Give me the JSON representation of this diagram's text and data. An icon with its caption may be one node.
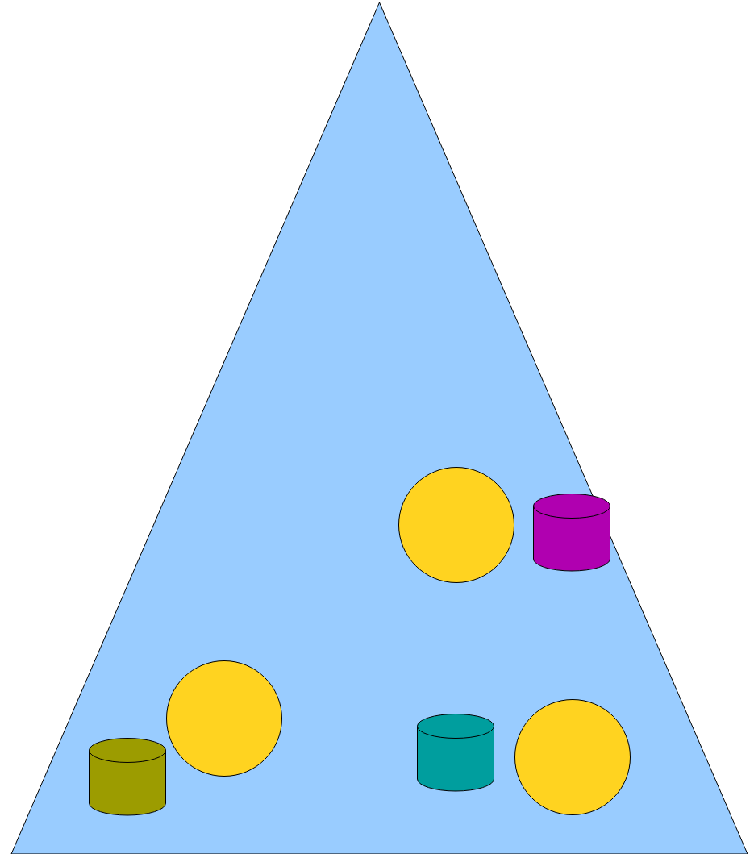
{
  "diagram": {
    "nodes": [
      {
        "text": [],
        "shape": "triangle"
      },
      {
        "text": [],
        "shape": "circle",
        "in": 0
      },
      {
        "text": [],
        "shape": "cylinder",
        "in": 0
      },
      {
        "text": [],
        "shape": "circle",
        "in": 0
      },
      {
        "text": [],
        "shape": "cylinder",
        "in": 0
      },
      {
        "text": [],
        "shape": "circle",
        "in": 0
      },
      {
        "text": [],
        "shape": "cylinder",
        "in": 0
      }
    ]
  }
}
